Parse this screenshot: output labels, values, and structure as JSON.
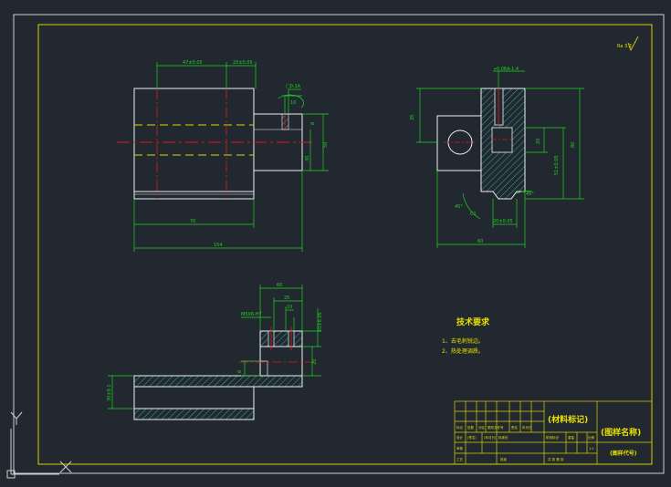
{
  "canvas": {
    "background": "#212830"
  },
  "colors": {
    "frame": "#d8d000",
    "part": "#f0f0f0",
    "dim": "#22d322",
    "center": "#e01818",
    "hidden": "#e6d200",
    "hatch": "#3fc9b8",
    "text_yellow": "#e8e000",
    "ucs": "#d0d0d0"
  },
  "roughness": {
    "label": "Ra 3.2"
  },
  "front_view": {
    "dims": {
      "top_a": "47±0.05",
      "top_b": "20±0.05",
      "slot_w": "10",
      "slot_depth": "8",
      "slot_label": "□0.1A",
      "right_h": "50",
      "right_h2": "30",
      "inner_len": "70",
      "total_len": "154"
    }
  },
  "side_view": {
    "dims": {
      "tol_top": "⌖0.06A-1.4",
      "left_h": "35",
      "right_h": "80",
      "right_inner": "51±0.05",
      "mid_h": "20",
      "angle_left": "45°",
      "angle_right": "45°",
      "bot_inner": "20±0.05",
      "bot_total": "60",
      "chamfer": "C1"
    }
  },
  "top_view": {
    "dims": {
      "w_top": "60",
      "w_mid": "25",
      "w_small": "10",
      "thread": "M5X6-H7",
      "h_right": "10±0.05",
      "h_mid": "20",
      "left_h": "30±0.1",
      "h_tiny": "6"
    }
  },
  "notes": {
    "title": "技术要求",
    "items": [
      "1、去毛刺锐边。",
      "2、热处理调质。"
    ]
  },
  "title_block": {
    "material_label": "(材料标记)",
    "drawing_name": "(图样名称)",
    "drawing_code": "(图样代号)",
    "row_labels": [
      "标记",
      "处数",
      "分区",
      "更改文件号",
      "签名",
      "年月日"
    ],
    "row2_labels": [
      "设计",
      "(签名)",
      "(年月日)",
      "标准化"
    ],
    "row3_labels": [
      "审核"
    ],
    "row4_labels": [
      "工艺",
      "批准"
    ],
    "stage_headers": [
      "阶段标记",
      "重量",
      "比例"
    ],
    "scale": "1:1",
    "sheet": "共 张  第 张"
  },
  "ucs": {
    "y_label": "Y",
    "x_label": "X"
  }
}
